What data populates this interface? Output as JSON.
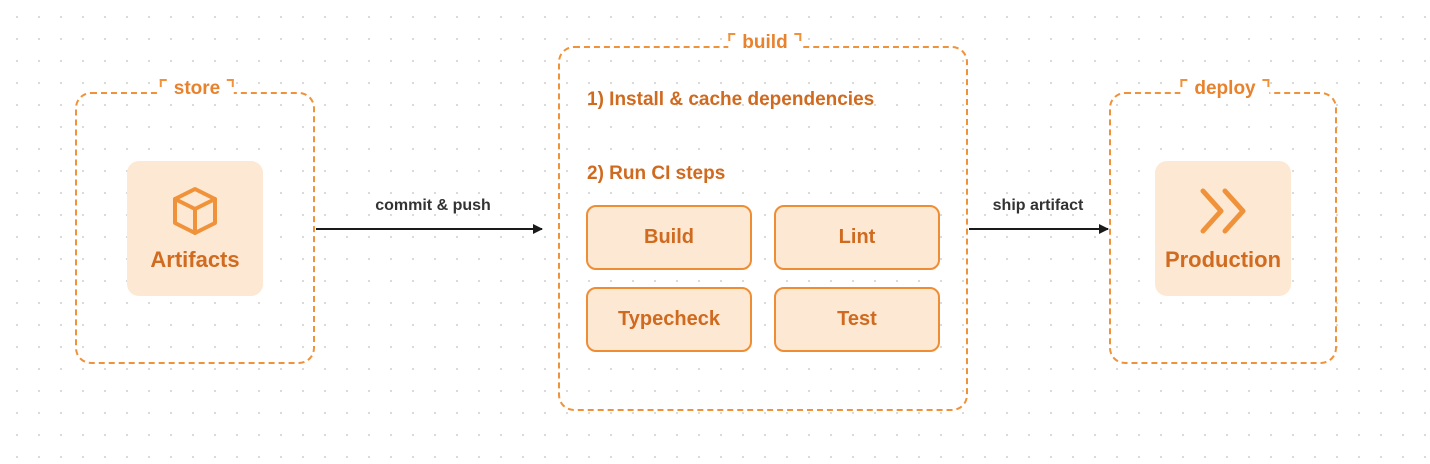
{
  "colors": {
    "accent": "#f0923a",
    "text_accent": "#cf6a1f",
    "node_fill": "#fde8d3",
    "edge": "#1a1a1a"
  },
  "groups": {
    "store": {
      "label": "store"
    },
    "build": {
      "label": "build"
    },
    "deploy": {
      "label": "deploy"
    }
  },
  "nodes": {
    "artifacts": {
      "label": "Artifacts",
      "icon": "box-icon"
    },
    "production": {
      "label": "Production",
      "icon": "double-chevron-right-icon"
    }
  },
  "build": {
    "step1": "1) Install & cache dependencies",
    "step2": "2) Run CI steps",
    "ci_steps": [
      "Build",
      "Lint",
      "Typecheck",
      "Test"
    ]
  },
  "edges": [
    {
      "label": "commit & push",
      "from": "store",
      "to": "build"
    },
    {
      "label": "ship artifact",
      "from": "build",
      "to": "deploy"
    }
  ]
}
